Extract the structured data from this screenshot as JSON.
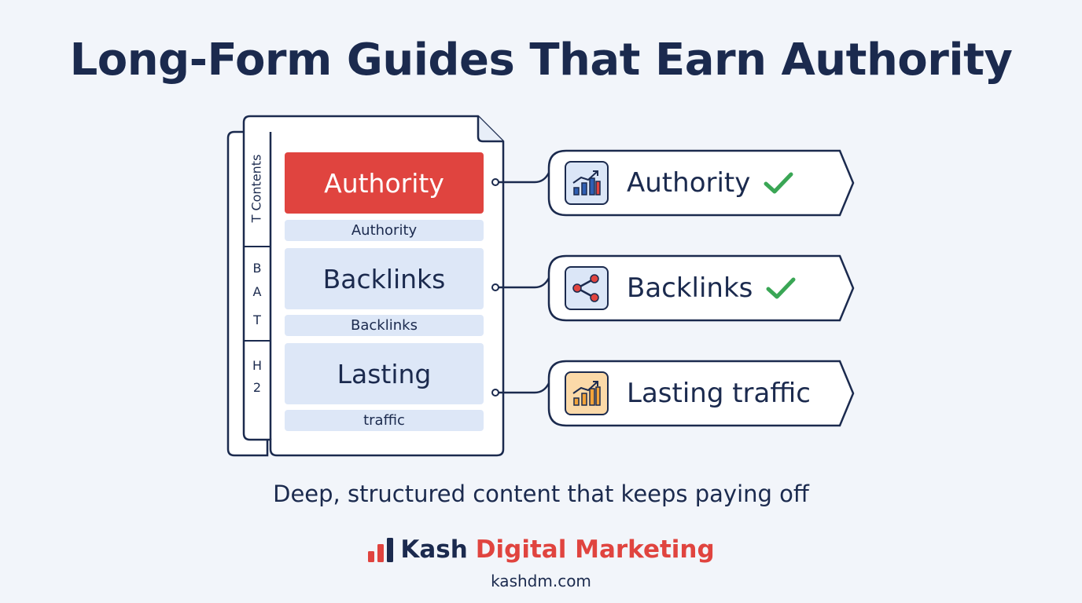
{
  "title": "Long-Form Guides That Earn Authority",
  "document": {
    "tab_vertical": "T Contents",
    "tab_mid_letters": [
      "B",
      "A",
      "T"
    ],
    "tab_bottom_letters": [
      "H",
      "2"
    ],
    "sections": [
      {
        "heading": "Authority",
        "sub": "Authority",
        "highlighted": true
      },
      {
        "heading": "Backlinks",
        "sub": "Backlinks",
        "highlighted": false
      },
      {
        "heading": "Lasting",
        "sub": "traffic",
        "highlighted": false
      }
    ]
  },
  "callouts": [
    {
      "label": "Authority",
      "icon": "bar-chart-icon",
      "checked": true
    },
    {
      "label": "Backlinks",
      "icon": "share-nodes-icon",
      "checked": true
    },
    {
      "label": "Lasting traffic",
      "icon": "growth-chart-icon",
      "checked": false
    }
  ],
  "subtitle": "Deep, structured content that keeps paying off",
  "brand": {
    "name_part1": "Kash",
    "name_part2": "Digital Marketing",
    "url": "kashdm.com"
  },
  "colors": {
    "navy": "#1b2a4e",
    "red": "#e0443f",
    "light_blue": "#dde7f7",
    "green": "#3aa655",
    "orange": "#fbd9a8"
  }
}
